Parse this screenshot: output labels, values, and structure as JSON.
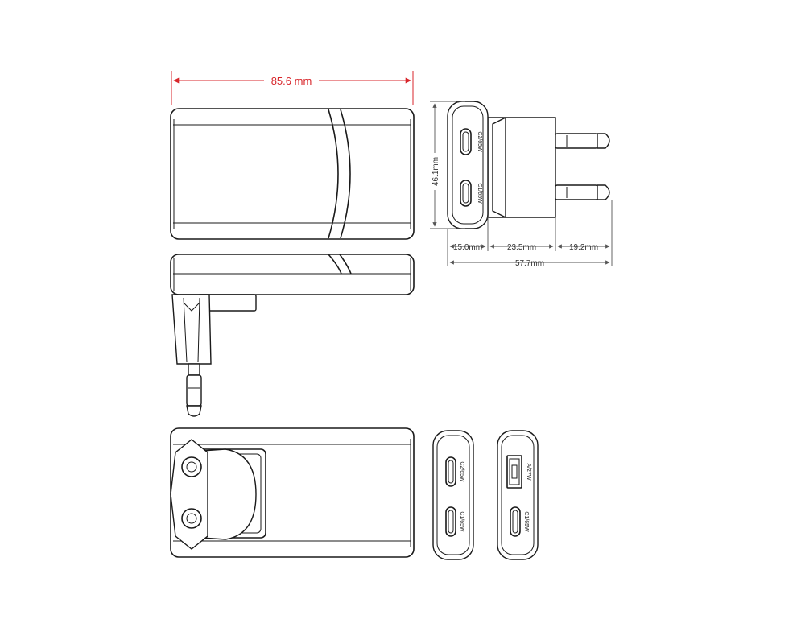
{
  "colors": {
    "line": "#1a1a1a",
    "dimension": "#555555",
    "accent": "#d8262b"
  },
  "dimensions": {
    "overall_length": "85.6 mm",
    "height": "46.1mm",
    "front_depth": "15.0mm",
    "body_depth": "23.5mm",
    "pin_length": "19.2mm",
    "total_depth": "57.7mm"
  },
  "ports": {
    "side_view": {
      "c2": "C2/65W",
      "c1": "C1/65W"
    },
    "end_view_cc": {
      "c2": "C2/65W",
      "c1": "C1/65W"
    },
    "end_view_ac": {
      "a": "A/27W",
      "c1": "C1/65W"
    }
  }
}
